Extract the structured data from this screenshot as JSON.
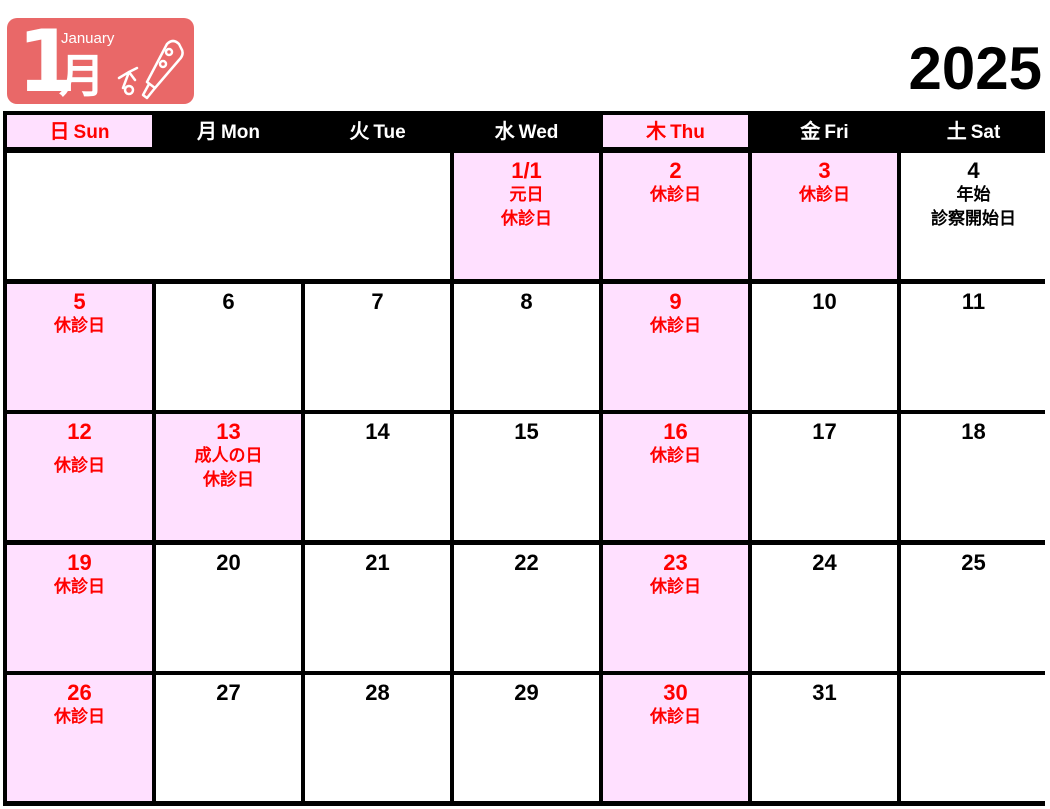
{
  "header": {
    "month_num": "1",
    "month_kanji": "月",
    "month_en": "January",
    "year": "2025"
  },
  "colors": {
    "badge": "#e96868",
    "holiday_bg": "#ffe0ff",
    "holiday_text": "#ff0000"
  },
  "weekdays": [
    {
      "jp": "日",
      "en": "Sun",
      "holiday": true
    },
    {
      "jp": "月",
      "en": "Mon",
      "holiday": false
    },
    {
      "jp": "火",
      "en": "Tue",
      "holiday": false
    },
    {
      "jp": "水",
      "en": "Wed",
      "holiday": false
    },
    {
      "jp": "木",
      "en": "Thu",
      "holiday": true
    },
    {
      "jp": "金",
      "en": "Fri",
      "holiday": false
    },
    {
      "jp": "土",
      "en": "Sat",
      "holiday": false
    }
  ],
  "weeks": [
    [
      {
        "day": "",
        "note": "",
        "pink": false,
        "red": false
      },
      {
        "day": "",
        "note": "",
        "pink": false,
        "red": false
      },
      {
        "day": "",
        "note": "",
        "pink": false,
        "red": false
      },
      {
        "day": "1/1",
        "note": "元日\n休診日",
        "pink": true,
        "red": true
      },
      {
        "day": "2",
        "note": "休診日",
        "pink": true,
        "red": true
      },
      {
        "day": "3",
        "note": "休診日",
        "pink": true,
        "red": true
      },
      {
        "day": "4",
        "note": "年始\n診察開始日",
        "pink": false,
        "red": false
      }
    ],
    [
      {
        "day": "5",
        "note": "休診日",
        "pink": true,
        "red": true
      },
      {
        "day": "6",
        "note": "",
        "pink": false,
        "red": false
      },
      {
        "day": "7",
        "note": "",
        "pink": false,
        "red": false
      },
      {
        "day": "8",
        "note": "",
        "pink": false,
        "red": false
      },
      {
        "day": "9",
        "note": "休診日",
        "pink": true,
        "red": true
      },
      {
        "day": "10",
        "note": "",
        "pink": false,
        "red": false
      },
      {
        "day": "11",
        "note": "",
        "pink": false,
        "red": false
      }
    ],
    [
      {
        "day": "12",
        "note": "休診日",
        "pink": true,
        "red": true,
        "gap": true
      },
      {
        "day": "13",
        "note": "成人の日\n休診日",
        "pink": true,
        "red": true
      },
      {
        "day": "14",
        "note": "",
        "pink": false,
        "red": false
      },
      {
        "day": "15",
        "note": "",
        "pink": false,
        "red": false
      },
      {
        "day": "16",
        "note": "休診日",
        "pink": true,
        "red": true
      },
      {
        "day": "17",
        "note": "",
        "pink": false,
        "red": false
      },
      {
        "day": "18",
        "note": "",
        "pink": false,
        "red": false
      }
    ],
    [
      {
        "day": "19",
        "note": "休診日",
        "pink": true,
        "red": true
      },
      {
        "day": "20",
        "note": "",
        "pink": false,
        "red": false
      },
      {
        "day": "21",
        "note": "",
        "pink": false,
        "red": false
      },
      {
        "day": "22",
        "note": "",
        "pink": false,
        "red": false
      },
      {
        "day": "23",
        "note": "休診日",
        "pink": true,
        "red": true
      },
      {
        "day": "24",
        "note": "",
        "pink": false,
        "red": false
      },
      {
        "day": "25",
        "note": "",
        "pink": false,
        "red": false
      }
    ],
    [
      {
        "day": "26",
        "note": "休診日",
        "pink": true,
        "red": true
      },
      {
        "day": "27",
        "note": "",
        "pink": false,
        "red": false
      },
      {
        "day": "28",
        "note": "",
        "pink": false,
        "red": false
      },
      {
        "day": "29",
        "note": "",
        "pink": false,
        "red": false
      },
      {
        "day": "30",
        "note": "休診日",
        "pink": true,
        "red": true
      },
      {
        "day": "31",
        "note": "",
        "pink": false,
        "red": false
      },
      {
        "day": "",
        "note": "",
        "pink": false,
        "red": false
      }
    ]
  ]
}
